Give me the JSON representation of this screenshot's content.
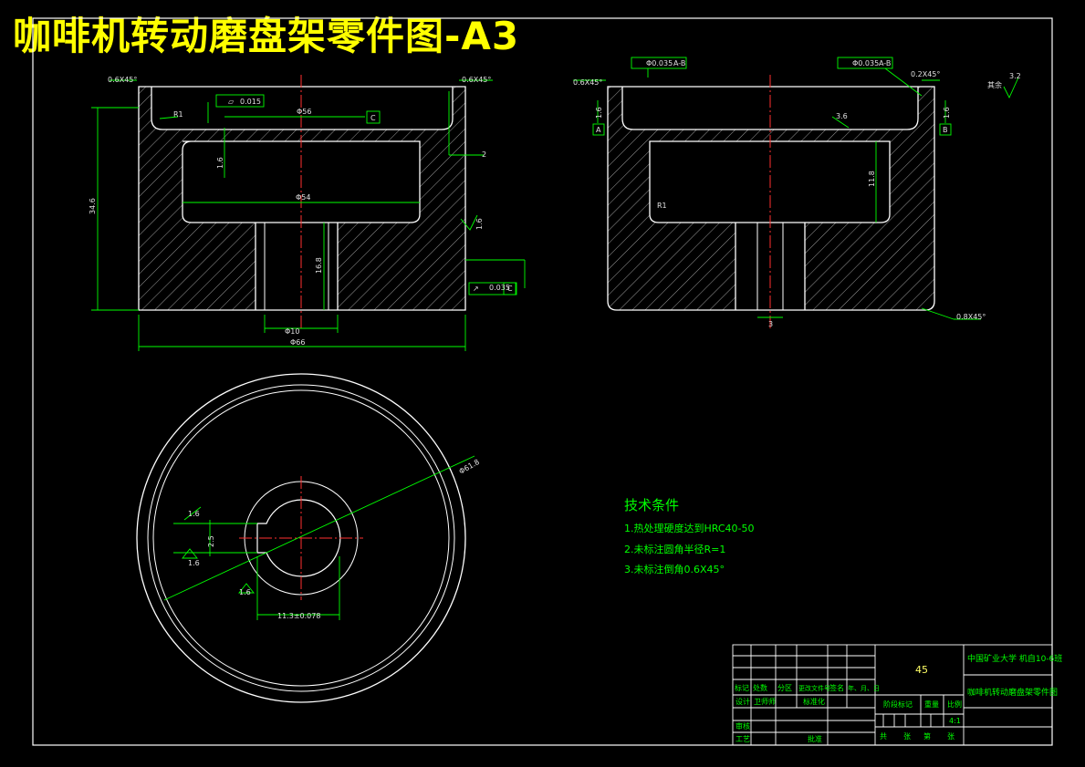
{
  "title": "咖啡机转动磨盘架零件图-A3",
  "colors": {
    "background": "#000000",
    "outline": "#ffffff",
    "dimension": "#00ff00",
    "centerline": "#ff0000",
    "title": "#ffff00",
    "hatch": "#b0b0b0"
  },
  "front_view": {
    "chamfer_left": "0.6X45°",
    "chamfer_right": "0.6X45°",
    "flatness": {
      "symbol": "▱",
      "value": "0.015"
    },
    "inner_dia": "Φ56",
    "datum_c": "C",
    "radius": "R1",
    "label_2": "2",
    "depth": "1.6",
    "cavity_dia": "Φ54",
    "height": "34.6",
    "bore_depth": "16.8",
    "bore_dim": "Φ10",
    "outer_dia": "Φ66",
    "roughness": "1.6",
    "runout": {
      "symbol": "↗",
      "value": "0.035",
      "datum": "C"
    }
  },
  "side_view": {
    "chamfer_left": "0.6X45°",
    "chamfer_right": "0.2X45°",
    "coaxial_left": {
      "value": "Φ0.035",
      "datum": "A-B"
    },
    "coaxial_right": {
      "value": "Φ0.035",
      "datum": "A-B"
    },
    "datum_a": "A",
    "datum_b": "B",
    "roughness_rest": "3.2",
    "rest_label": "其余",
    "dim_1_6": "1.6",
    "dim_3_6": "3.6",
    "dim_11_8": "11.8",
    "radius": "R1",
    "dim_3": "3",
    "chamfer_bottom": "0.8X45°",
    "dim_1_6b": "1.6"
  },
  "top_view": {
    "dia": "Φ61.8",
    "dim_1_6a": "1.6",
    "dim_1_6b": "1.6",
    "dim_1_6c": "1.6",
    "dim_2_5": "2.5",
    "dim_key": "11.3±0.078"
  },
  "tech": {
    "heading": "技术条件",
    "lines": [
      "1.热处理硬度达到HRC40-50",
      "2.未标注圆角半径R=1",
      "3.未标注倒角0.6X45°"
    ]
  },
  "titleblock": {
    "material": "45",
    "school": "中国矿业大学 机自10-6班",
    "drawing_name": "咖啡机转动磨盘架零件图",
    "row_headers": [
      "标记",
      "处数",
      "分区",
      "更改文件号",
      "签名",
      "年、月、日"
    ],
    "designer_label": "设计",
    "designer": "卫师师",
    "standard_label": "标准化",
    "stage_label": "阶段标记",
    "weight_label": "重量",
    "scale_label": "比例",
    "scale": "4:1",
    "review_label": "审核",
    "process_label": "工艺",
    "approve_label": "批准",
    "sheets_total_label": "共",
    "sheets_label": "张",
    "sheet_label": "第",
    "sheet_label2": "张"
  }
}
